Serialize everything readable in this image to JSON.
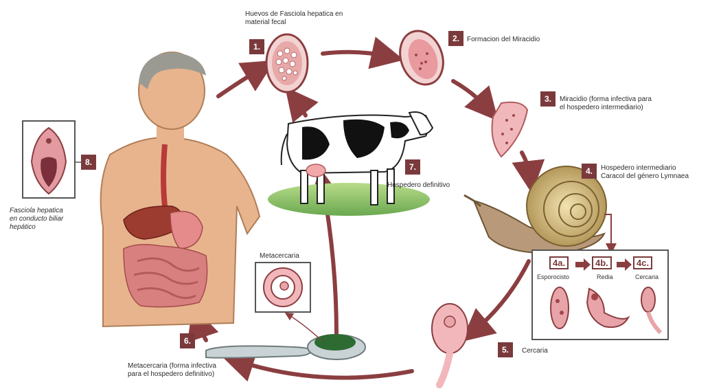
{
  "labels": {
    "step1": "Huevos de Fasciola hepatica en\nmaterial fecal",
    "step2": "Formacion del Miracidio",
    "step3": "Miracidio (forma infectiva para\nel hospedero intermediario)",
    "step4": "Hospedero intermediario\nCaracol del género Lymnaea",
    "step5": "Cercaria",
    "step6": "Metacercaria (forma infectiva\npara el hospedero definitivo)",
    "step7": "Hospedero definitivo",
    "step8": "Fasciola hepatica\nen conducto biliar\nhepático",
    "metacercaria": "Metacercaria",
    "sub4a": "Esporocisto",
    "sub4b": "Redia",
    "sub4c": "Cercaria"
  },
  "badges": {
    "b1": "1.",
    "b2": "2.",
    "b3": "3.",
    "b4": "4.",
    "b5": "5.",
    "b6": "6.",
    "b7": "7.",
    "b8": "8."
  },
  "subbadges": {
    "a": "4a.",
    "b": "4b.",
    "c": "4c."
  },
  "colors": {
    "arrow": "#8b3e40",
    "badge": "#7a3a3c",
    "egg": "#e8a9a9",
    "skin": "#e7b48e"
  }
}
